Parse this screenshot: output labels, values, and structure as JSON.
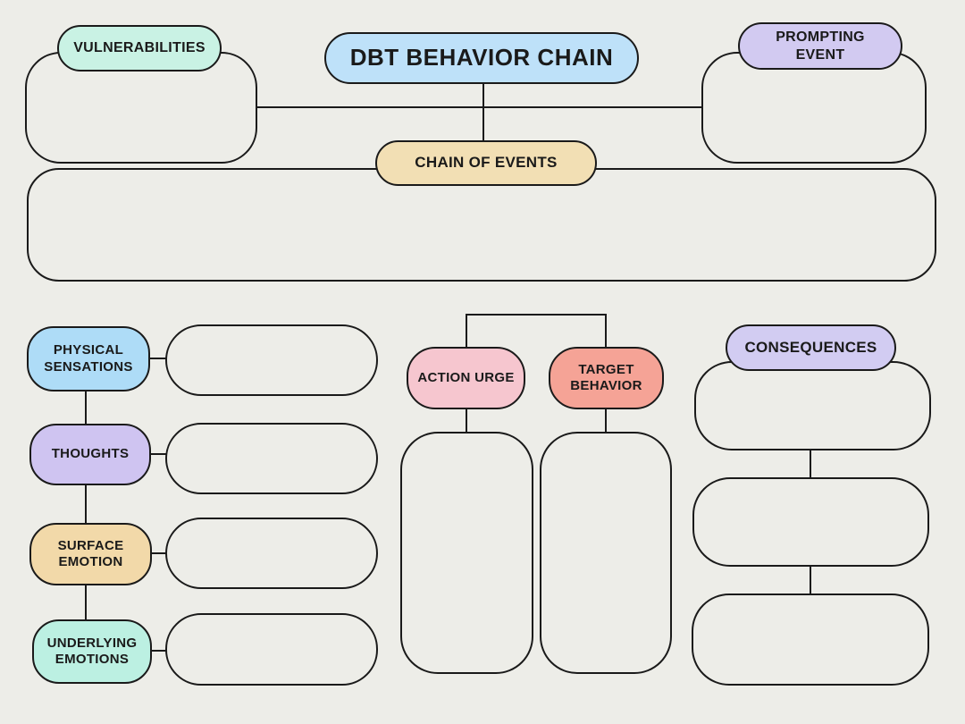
{
  "canvas": {
    "background": "#EDEDE8",
    "outline_color": "#1A1A1A",
    "text_color": "#1A1A1A"
  },
  "title": {
    "label": "DBT BEHAVIOR CHAIN",
    "fill": "#BEE1F9"
  },
  "nodes": {
    "vulnerabilities": {
      "label": "VULNERABILITIES",
      "fill": "#C9F2E4"
    },
    "prompting_event": {
      "label": "PROMPTING\nEVENT",
      "fill": "#D2CAF1"
    },
    "chain_of_events": {
      "label": "CHAIN OF EVENTS",
      "fill": "#F2DFB4"
    },
    "physical_sensations": {
      "label": "PHYSICAL\nSENSATIONS",
      "fill": "#AEDCF7"
    },
    "thoughts": {
      "label": "THOUGHTS",
      "fill": "#CFC4F1"
    },
    "surface_emotion": {
      "label": "SURFACE\nEMOTION",
      "fill": "#F2D9A9"
    },
    "underlying_emotions": {
      "label": "UNDERLYING\nEMOTIONS",
      "fill": "#BCF0E2"
    },
    "action_urge": {
      "label": "ACTION URGE",
      "fill": "#F6C6CF"
    },
    "target_behavior": {
      "label": "TARGET\nBEHAVIOR",
      "fill": "#F5A396"
    },
    "consequences": {
      "label": "CONSEQUENCES",
      "fill": "#D2CCF2"
    }
  }
}
